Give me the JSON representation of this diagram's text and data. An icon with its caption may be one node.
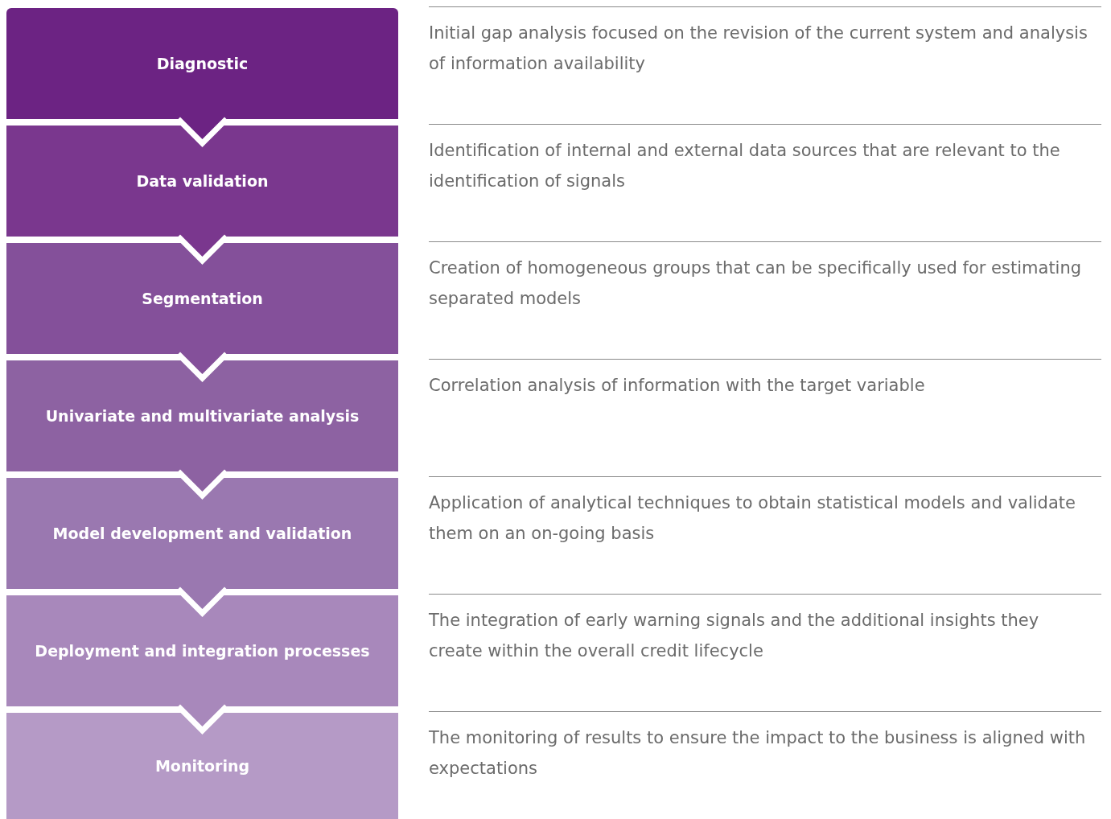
{
  "diagram": {
    "nodes": [
      {
        "text": [
          "Diagnostic"
        ],
        "beside": [
          "Initial gap analysis focused on the revision of the current system and analysis of information availability"
        ]
      },
      {
        "text": [
          "Data validation"
        ],
        "beside": [
          "Identification of internal and external data sources that are relevant to the identification of signals"
        ]
      },
      {
        "text": [
          "Segmentation"
        ],
        "beside": [
          "Creation of homogeneous groups that can be specifically used for estimating separated models"
        ]
      },
      {
        "text": [
          "Univariate and multivariate analysis"
        ],
        "beside": [
          "Correlation analysis of information with the target variable"
        ]
      },
      {
        "text": [
          "Model development and validation"
        ],
        "beside": [
          "Application of analytical techniques to obtain statistical models and validate them on an on-going basis"
        ]
      },
      {
        "text": [
          "Deployment and integration processes"
        ],
        "beside": [
          "The integration of early warning signals and the additional insights they create within the overall credit lifecycle"
        ]
      },
      {
        "text": [
          "Monitoring"
        ],
        "beside": [
          "The monitoring of results to ensure the impact to the business is aligned with expectations"
        ]
      }
    ],
    "edges": [
      {
        "from": 0,
        "to": 1,
        "arrow": "to"
      },
      {
        "from": 1,
        "to": 2,
        "arrow": "to"
      },
      {
        "from": 2,
        "to": 3,
        "arrow": "to"
      },
      {
        "from": 3,
        "to": 4,
        "arrow": "to"
      },
      {
        "from": 4,
        "to": 5,
        "arrow": "to"
      },
      {
        "from": 5,
        "to": 6,
        "arrow": "to"
      }
    ]
  }
}
